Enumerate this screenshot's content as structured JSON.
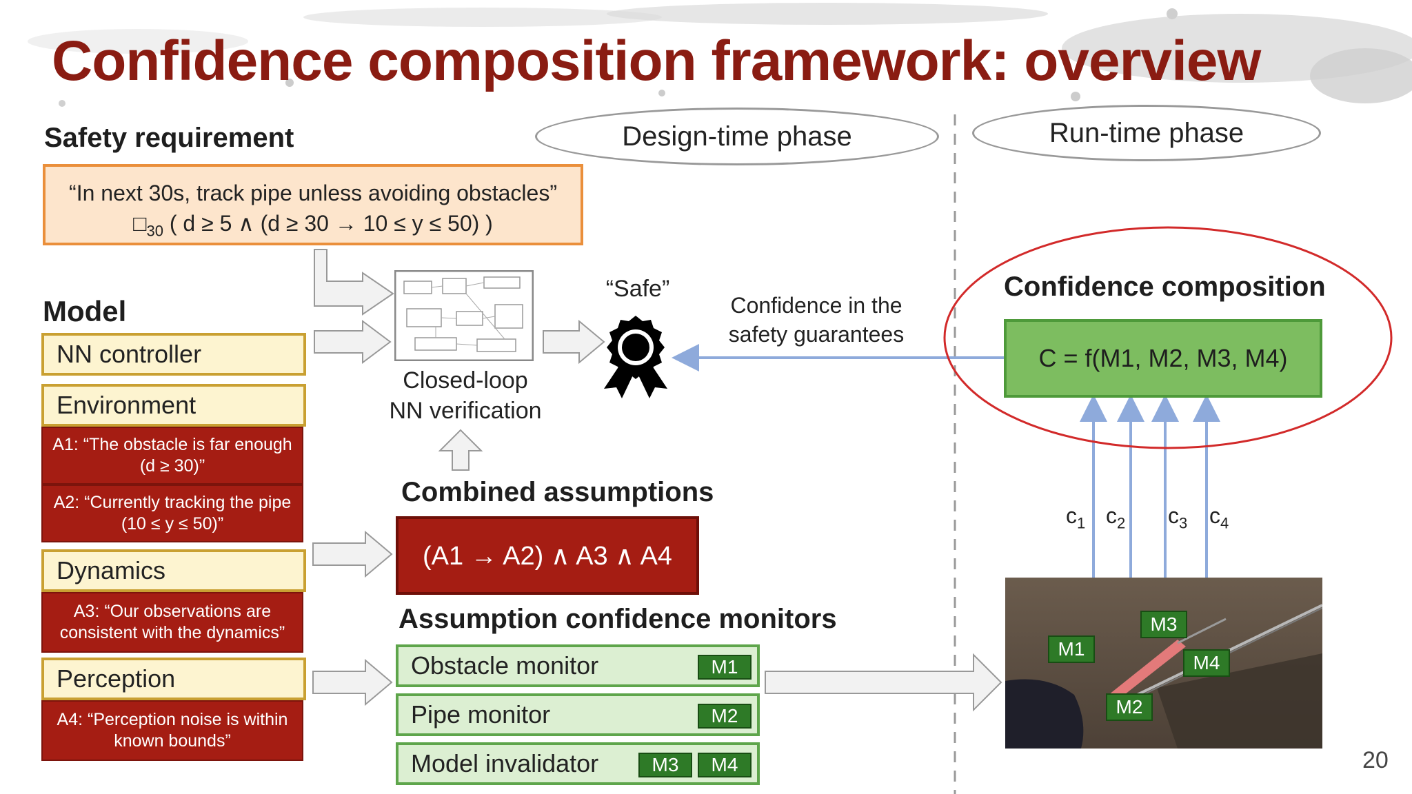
{
  "title": "Confidence composition framework: overview",
  "safety_requirement": {
    "heading": "Safety requirement",
    "line1": "“In next 30s, track pipe unless avoiding obstacles”",
    "line2_box": "□",
    "line2_sub": "30",
    "line2_rest": " ( d ≥ 5 ∧ (d ≥ 30 → 10 ≤ y ≤ 50) )"
  },
  "phases": {
    "design": "Design-time phase",
    "run": "Run-time phase"
  },
  "model": {
    "heading": "Model",
    "nn_controller": "NN controller",
    "environment": "Environment",
    "a1": "A1: “The obstacle is far enough (d ≥ 30)”",
    "a2": "A2: “Currently tracking the pipe (10 ≤ y ≤ 50)”",
    "dynamics": "Dynamics",
    "a3": "A3: “Our observations are consistent with the dynamics”",
    "perception": "Perception",
    "a4": "A4: “Perception noise is within known bounds”"
  },
  "verification": {
    "line1": "Closed-loop",
    "line2": "NN verification",
    "safe": "“Safe”"
  },
  "confidence_in": {
    "line1": "Confidence in the",
    "line2": "safety guarantees"
  },
  "combined": {
    "heading": "Combined assumptions",
    "formula": "(A1 → A2) ∧ A3 ∧ A4"
  },
  "monitors": {
    "heading": "Assumption confidence monitors",
    "obstacle": "Obstacle monitor",
    "pipe": "Pipe monitor",
    "invalidator": "Model invalidator",
    "m1": "M1",
    "m2": "M2",
    "m3": "M3",
    "m4": "M4"
  },
  "composition": {
    "heading": "Confidence composition",
    "formula": "C = f(M1, M2, M3, M4)"
  },
  "c_labels": [
    "c",
    "c",
    "c",
    "c"
  ],
  "c_subs": [
    "1",
    "2",
    "3",
    "4"
  ],
  "page_number": "20",
  "colors": {
    "title": "#8a1c12",
    "assumption_red": "#a51d13",
    "monitor_green": "#2e7a27",
    "arrow_blue": "#8eaadb"
  }
}
